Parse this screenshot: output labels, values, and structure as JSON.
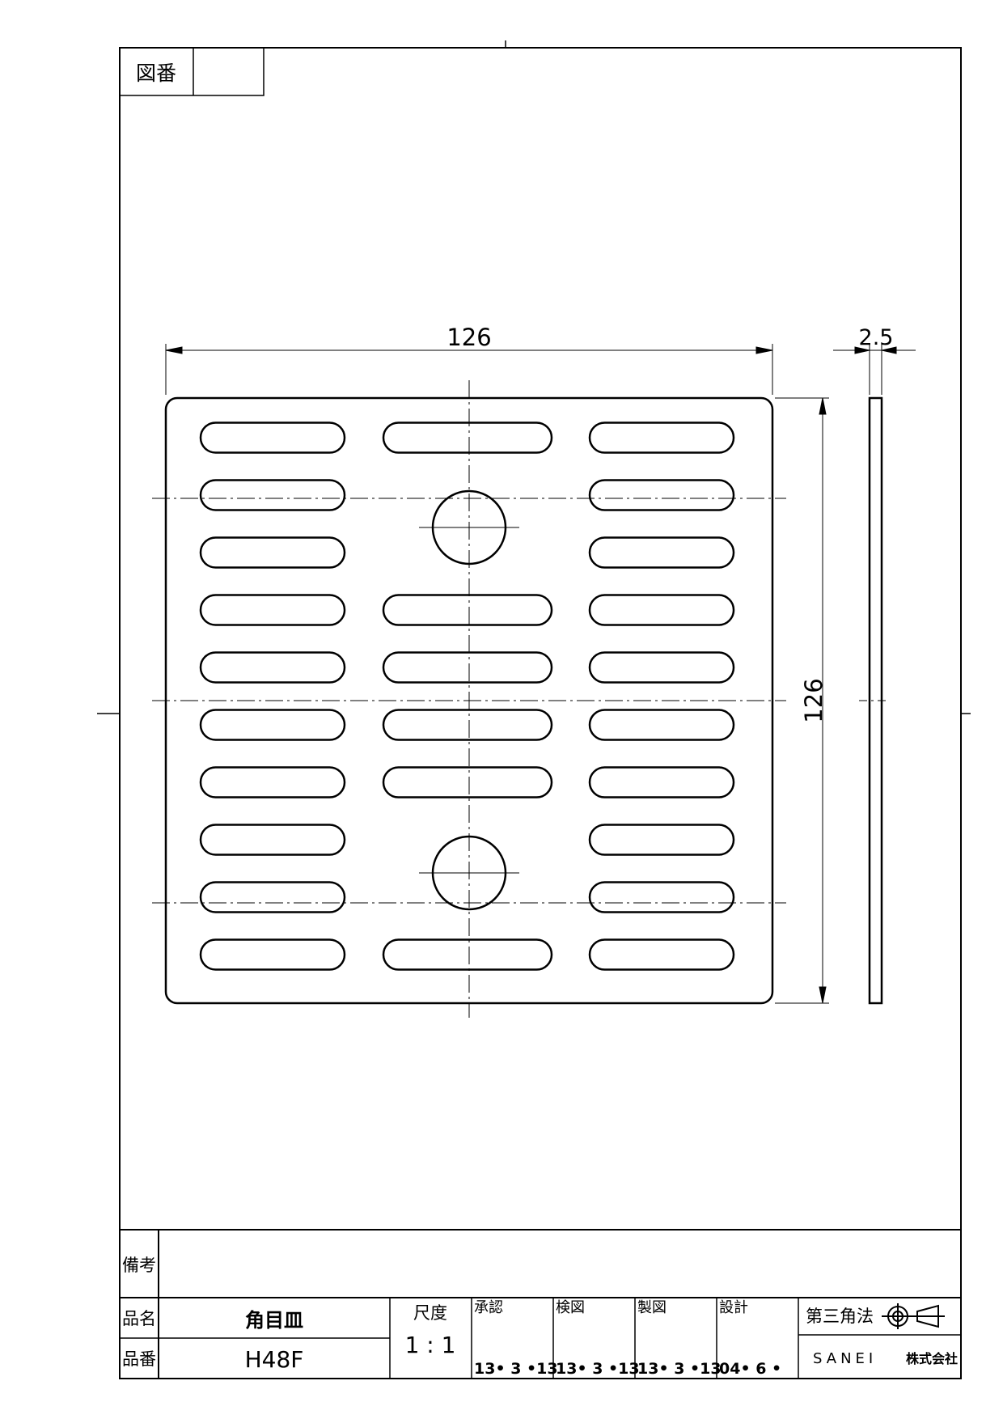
{
  "drawing_number": {
    "label": "図番",
    "value": ""
  },
  "views": {
    "front": {
      "width_dim": "126",
      "height_dim": "126"
    },
    "side": {
      "thickness_dim": "2.5"
    }
  },
  "title_block": {
    "remarks_label": "備考",
    "remarks_value": "",
    "name_label": "品名",
    "name_value": "角目皿",
    "number_label": "品番",
    "number_value": "H48F",
    "scale_label": "尺度",
    "scale_value": "1 : 1",
    "approval": {
      "label": "承認",
      "date": "13• 3 •13"
    },
    "check": {
      "label": "検図",
      "date": "13• 3 •13"
    },
    "drawn": {
      "label": "製図",
      "date": "13• 3 •13"
    },
    "design": {
      "label": "設計",
      "date": "04• 6 •"
    },
    "projection_label": "第三角法",
    "company": "SANEI",
    "company_suffix": "株式会社"
  }
}
